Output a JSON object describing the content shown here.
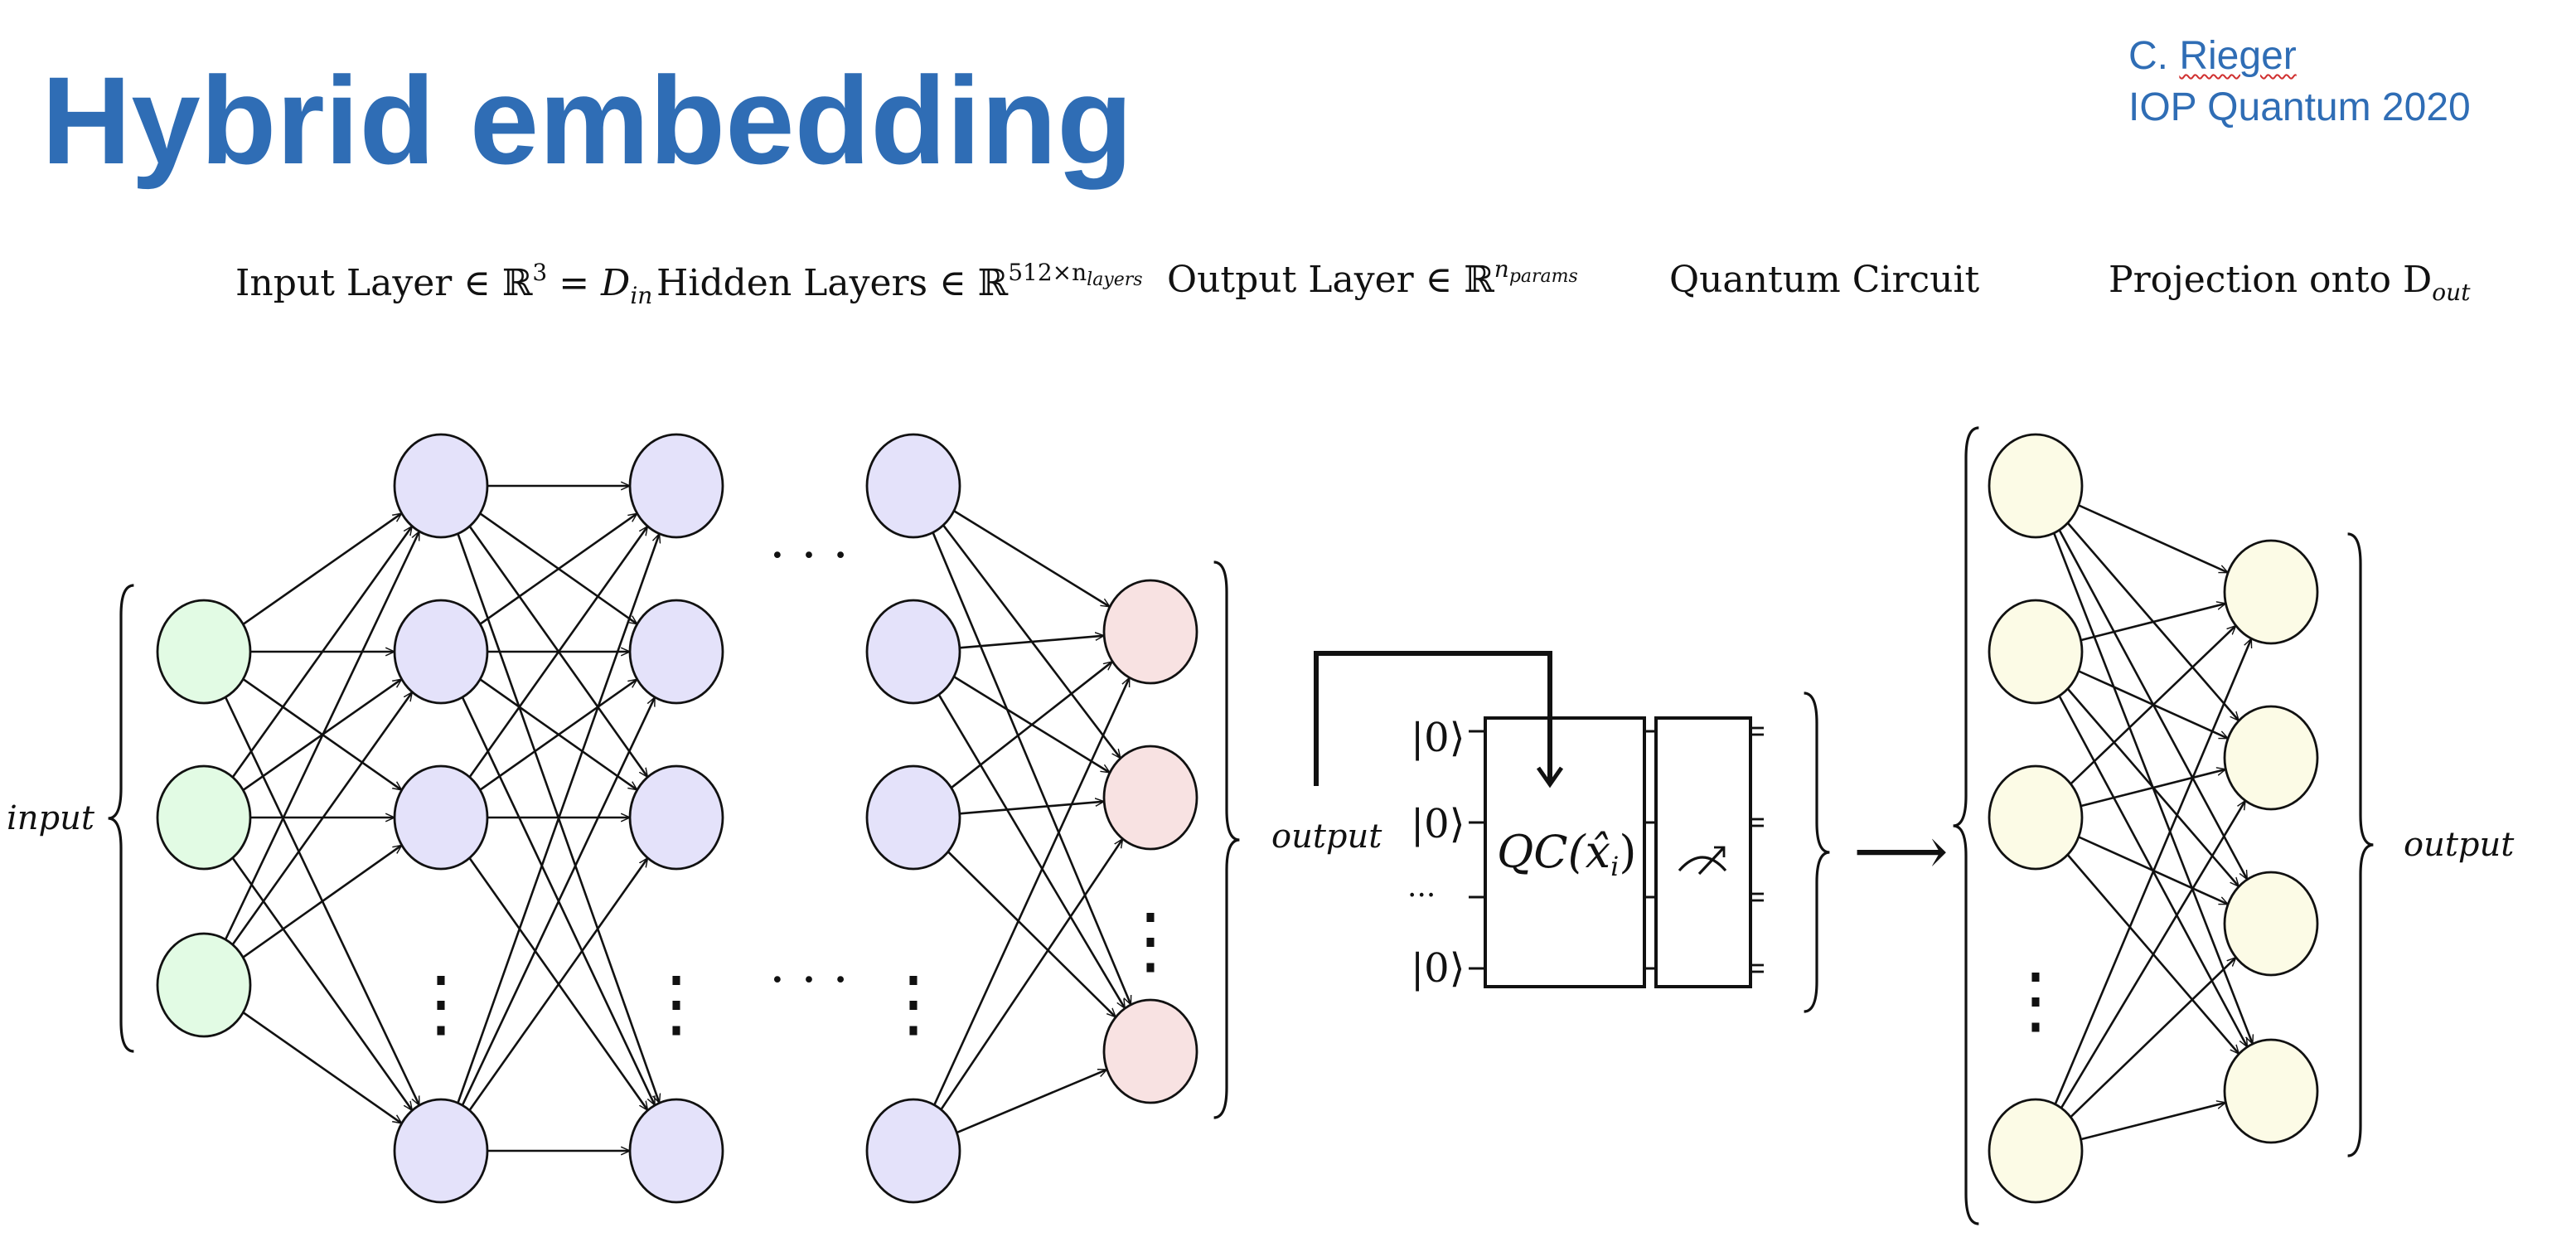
{
  "title": "Hybrid embedding",
  "credit": {
    "author_initial": "C.",
    "author_surname": "Rieger",
    "event": "IOP Quantum 2020"
  },
  "headers": {
    "input_layer": {
      "pre": "Input Layer ∈ ℝ",
      "sup": "3",
      "post": " = D",
      "sub": "in"
    },
    "hidden_layers": {
      "pre": "Hidden Layers ∈ ℝ",
      "sup": "512×n",
      "supsub": "layers"
    },
    "output_layer": {
      "pre": "Output Layer ∈ ℝ",
      "sup": "n",
      "supsub": "params"
    },
    "quantum_circuit": "Quantum Circuit",
    "projection": {
      "pre": "Projection onto D",
      "sub": "out"
    }
  },
  "labels": {
    "input": "input",
    "output_nn": "output",
    "output_proj": "output",
    "ellipsis": "· · ·",
    "vdots": "⋮",
    "qubit_ellipsis": "···",
    "qubit_state": "|0⟩",
    "circuit_gate": {
      "pre": "QC(",
      "var": "x̂",
      "sub": "i",
      "post": ")"
    },
    "arrow": "⟶"
  },
  "colors": {
    "title": "#2f6db5",
    "input_node": "#e2fbe4",
    "hidden_node": "#e4e2fa",
    "output_node": "#f8e2e2",
    "projection_node": "#fcfbe6",
    "stroke": "#111111"
  }
}
